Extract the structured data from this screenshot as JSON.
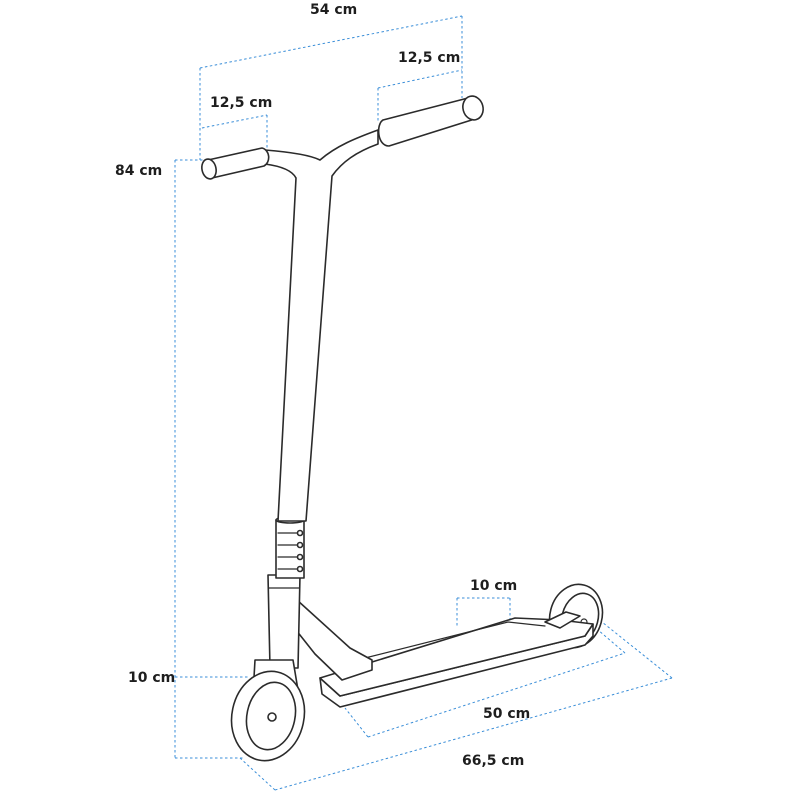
{
  "dimensions": {
    "handlebar_width": "54 cm",
    "left_grip": "12,5 cm",
    "right_grip": "12,5 cm",
    "total_height": "84 cm",
    "wheel_height": "10 cm",
    "deck_width": "10 cm",
    "deck_length": "50 cm",
    "total_length": "66,5 cm"
  },
  "colors": {
    "dimension_line": "#3a8ed8",
    "outline": "#2b2b2b",
    "label": "#1e1e1e"
  }
}
